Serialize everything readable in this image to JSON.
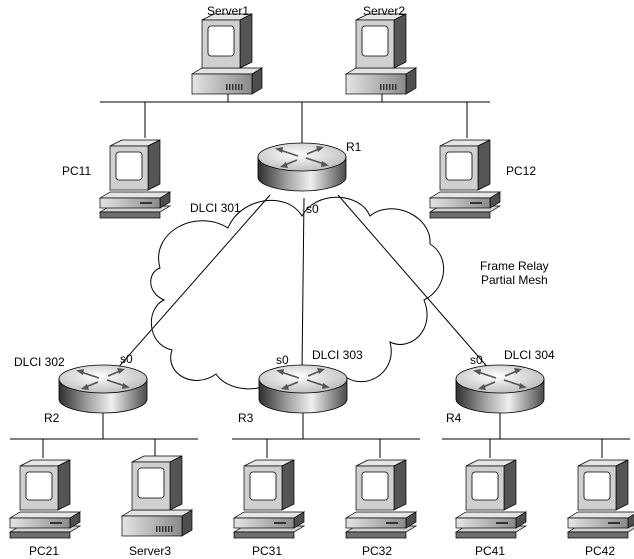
{
  "devices": {
    "server1": "Server1",
    "server2": "Server2",
    "pc11": "PC11",
    "pc12": "PC12",
    "pc21": "PC21",
    "server3": "Server3",
    "pc31": "PC31",
    "pc32": "PC32",
    "pc41": "PC41",
    "pc42": "PC42"
  },
  "routers": {
    "r1": "R1",
    "r2": "R2",
    "r3": "R3",
    "r4": "R4"
  },
  "interfaces": {
    "r1_s0": "s0",
    "r2_s0": "s0",
    "r3_s0": "s0",
    "r4_s0": "s0"
  },
  "dlci": {
    "d301": "DLCI 301",
    "d302": "DLCI 302",
    "d303": "DLCI 303",
    "d304": "DLCI 304"
  },
  "cloud": {
    "line1": "Frame Relay",
    "line2": "Partial Mesh"
  }
}
